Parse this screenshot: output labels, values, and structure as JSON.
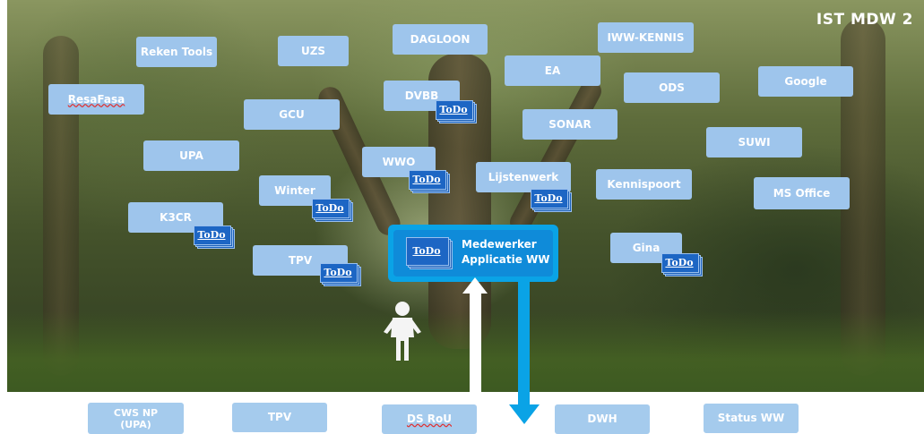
{
  "title": "IST MDW 2",
  "apps": [
    "Reken Tools",
    "UZS",
    "DAGLOON",
    "IWW-KENNIS",
    "EA",
    "ODS",
    "Google",
    "ResaFasa",
    "GCU",
    "DVBB",
    "SONAR",
    "SUWI",
    "UPA",
    "WWO",
    "Lijstenwerk",
    "Kennispoort",
    "Winter",
    "MS Office",
    "K3CR",
    "Gina",
    "TPV"
  ],
  "todo_label": "ToDo",
  "main_box": {
    "line1": "Medewerker",
    "line2": "Applicatie WW"
  },
  "bottom_systems": [
    "CWS NP\n(UPA)",
    "TPV",
    "DS RoU",
    "DWH",
    "Status WW"
  ]
}
